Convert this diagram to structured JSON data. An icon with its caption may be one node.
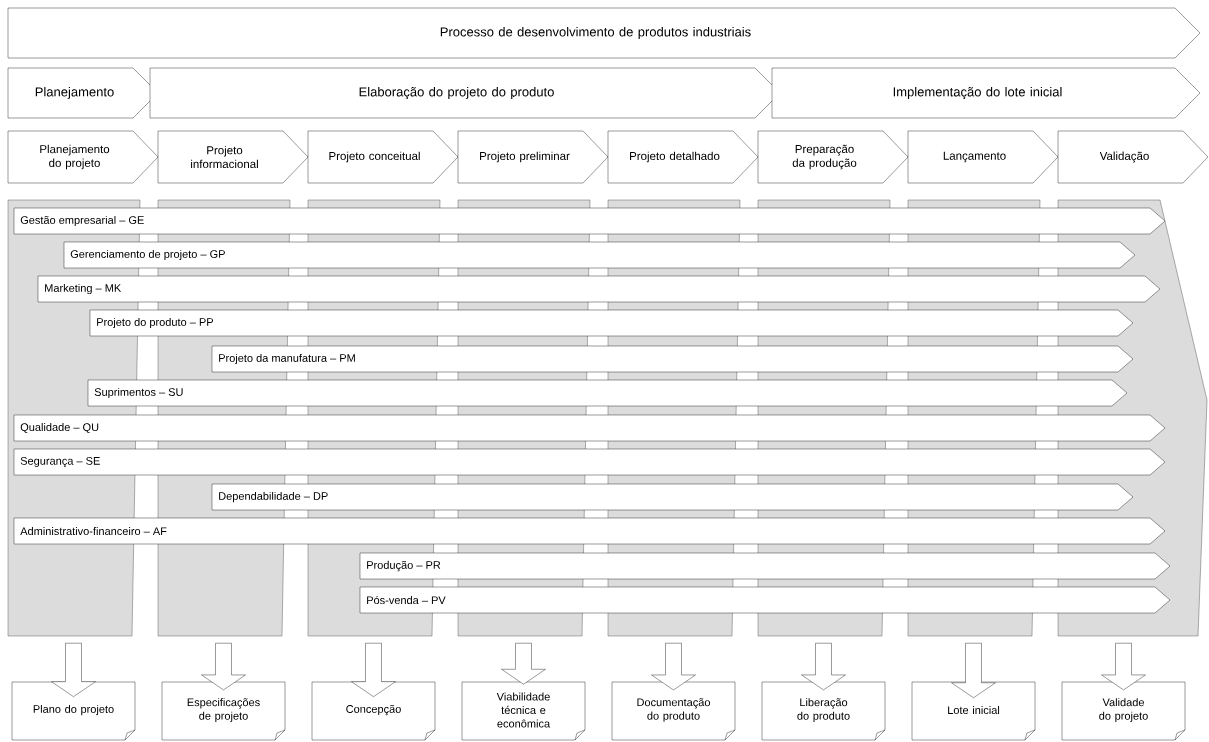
{
  "diagram": {
    "nodes": [
      {
        "text": [
          "Processo de desenvolvimento de produtos industriais"
        ]
      },
      {
        "text": [
          "Planejamento"
        ]
      },
      {
        "text": [
          "Elaboração do projeto do produto"
        ]
      },
      {
        "text": [
          "Implementação do lote inicial"
        ]
      },
      {
        "text": [
          "Planejamento do projeto"
        ]
      },
      {
        "text": [
          "Projeto informacional"
        ]
      },
      {
        "text": [
          "Projeto conceitual"
        ]
      },
      {
        "text": [
          "Projeto preliminar"
        ]
      },
      {
        "text": [
          "Projeto detalhado"
        ]
      },
      {
        "text": [
          "Preparação da produção"
        ]
      },
      {
        "text": [
          "Lançamento"
        ]
      },
      {
        "text": [
          "Validação"
        ]
      },
      {
        "text": [],
        "shape": "box"
      },
      {
        "text": [],
        "shape": "box"
      },
      {
        "text": [],
        "shape": "box"
      },
      {
        "text": [],
        "shape": "box"
      },
      {
        "text": [],
        "shape": "box"
      },
      {
        "text": [],
        "shape": "box"
      },
      {
        "text": [],
        "shape": "box"
      },
      {
        "text": [],
        "shape": "box"
      },
      {
        "text": [
          "Gestão empresarial – GE"
        ]
      },
      {
        "text": [
          "Gerenciamento de projeto – GP"
        ]
      },
      {
        "text": [
          "Marketing – MK"
        ]
      },
      {
        "text": [
          "Projeto do produto – PP"
        ]
      },
      {
        "text": [
          "Projeto da manufatura – PM"
        ]
      },
      {
        "text": [
          "Suprimentos – SU"
        ]
      },
      {
        "text": [
          "Qualidade – QU"
        ]
      },
      {
        "text": [
          "Segurança – SE"
        ]
      },
      {
        "text": [
          "Dependabilidade – DP"
        ]
      },
      {
        "text": [
          "Administrativo-financeiro – AF"
        ]
      },
      {
        "text": [
          "Produção – PR"
        ]
      },
      {
        "text": [
          "Pós-venda – PV"
        ]
      },
      {
        "text": [
          "Plano do projeto"
        ]
      },
      {
        "text": [
          "Especificações de projeto"
        ]
      },
      {
        "text": [
          "Concepção"
        ]
      },
      {
        "text": [
          "Viabilidade técnica e econômica"
        ]
      },
      {
        "text": [
          "Documentação do produto"
        ]
      },
      {
        "text": [
          "Liberação do produto"
        ]
      },
      {
        "text": [
          "Lote inicial"
        ]
      },
      {
        "text": [
          "Validade do projeto"
        ]
      }
    ],
    "edges": [
      {
        "from": 12,
        "to": 32,
        "arrow": "to"
      },
      {
        "from": 13,
        "to": 33,
        "arrow": "to"
      },
      {
        "from": 14,
        "to": 34,
        "arrow": "to"
      },
      {
        "from": 15,
        "to": 35,
        "arrow": "to"
      },
      {
        "from": 16,
        "to": 36,
        "arrow": "to"
      },
      {
        "from": 17,
        "to": 37,
        "arrow": "to"
      },
      {
        "from": 18,
        "to": 38,
        "arrow": "to"
      },
      {
        "from": 19,
        "to": 39,
        "arrow": "to"
      }
    ]
  }
}
